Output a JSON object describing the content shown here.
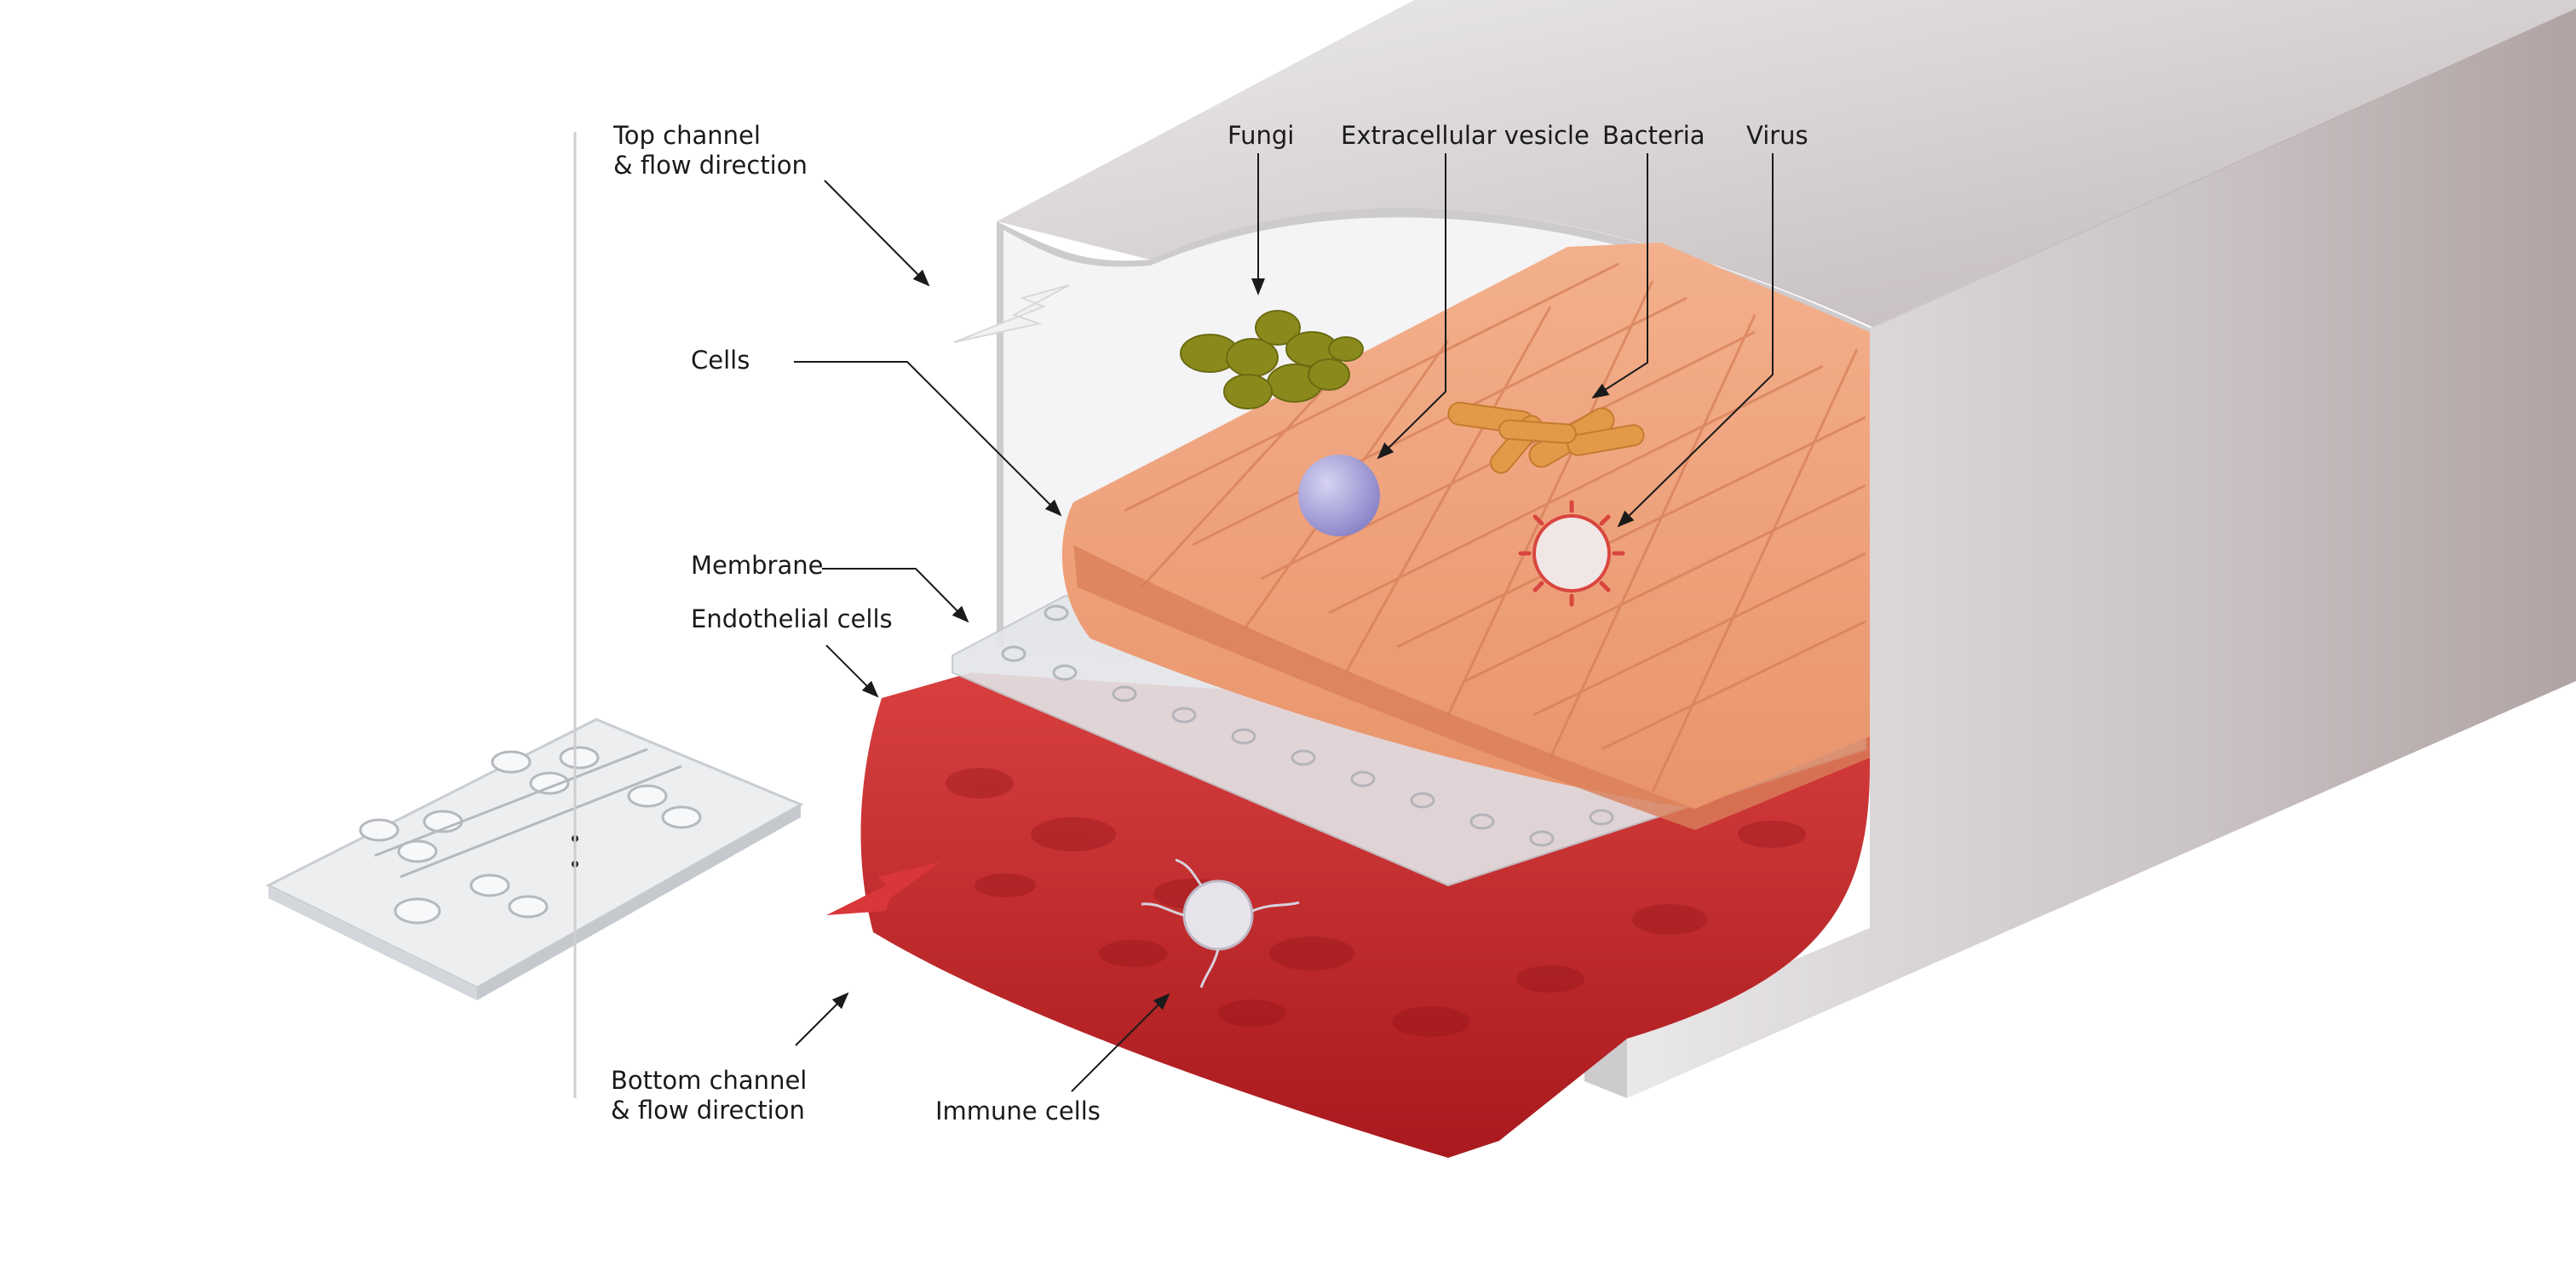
{
  "labels": {
    "top_channel_1": "Top channel",
    "top_channel_2": "& flow direction",
    "cells": "Cells",
    "membrane": "Membrane",
    "endothelial": "Endothelial cells",
    "bottom_channel_1": "Bottom channel",
    "bottom_channel_2": "& flow direction",
    "immune": "Immune cells",
    "fungi": "Fungi",
    "vesicle": "Extracellular vesicle",
    "bacteria": "Bacteria",
    "virus": "Virus"
  },
  "colors": {
    "cell_layer": "#f0a27a",
    "blood_channel": "#c8262a",
    "membrane": "#dcdfe3",
    "housing": "#d2cfd2",
    "fungi": "#8a8a1c",
    "vesicle": "#9f9ad6",
    "bacteria": "#e39a48",
    "virus": "#d9463f",
    "label_text": "#1a1a1a"
  }
}
